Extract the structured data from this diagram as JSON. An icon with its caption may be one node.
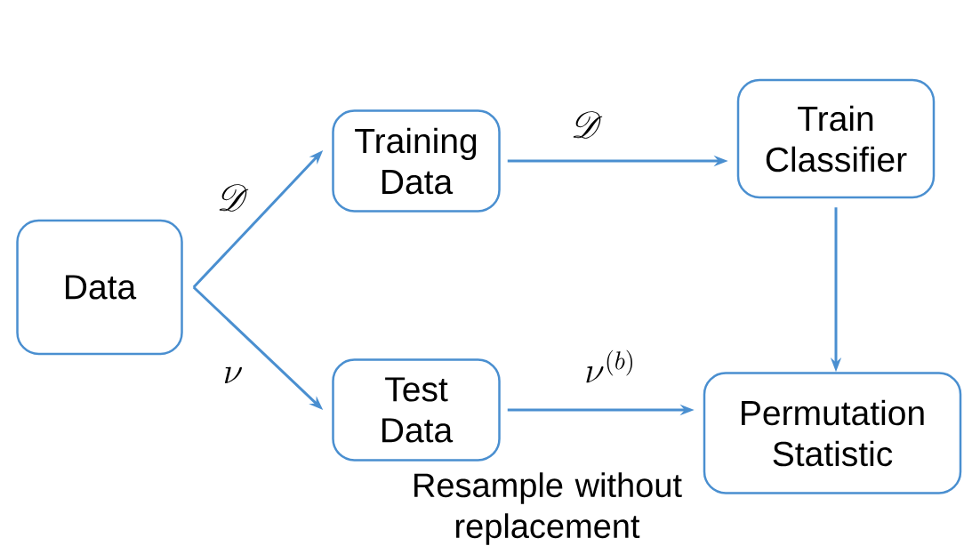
{
  "diagram": {
    "nodes": [
      {
        "text": [
          "Data"
        ]
      },
      {
        "text": [
          "Training Data"
        ]
      },
      {
        "text": [
          "Test Data"
        ]
      },
      {
        "text": [
          "Train Classifier"
        ]
      },
      {
        "text": [
          "Permutation Statistic"
        ]
      }
    ],
    "edges": [
      {
        "from": 0,
        "to": 1,
        "arrow": "to",
        "label": "\\mathscr{D}"
      },
      {
        "from": 0,
        "to": 2,
        "arrow": "to",
        "label": "\\nu"
      },
      {
        "from": 1,
        "to": 3,
        "arrow": "to",
        "label": "\\mathscr{D}"
      },
      {
        "from": 2,
        "to": 4,
        "arrow": "to",
        "label": "\\nu^{(b)}"
      },
      {
        "from": 3,
        "to": 4,
        "arrow": "to"
      }
    ],
    "labels": [
      "Resample without replacement"
    ]
  }
}
